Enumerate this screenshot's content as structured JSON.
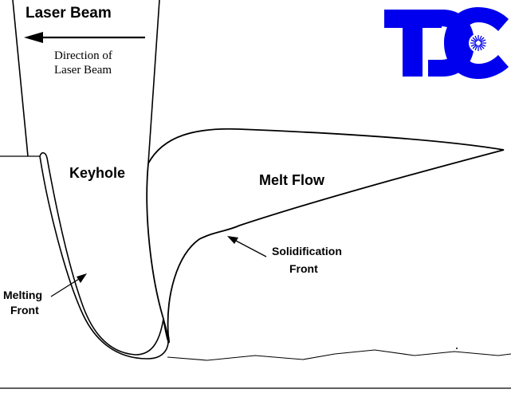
{
  "diagram": {
    "title": "Laser Beam",
    "direction_label": [
      "Direction of",
      "Laser Beam"
    ],
    "labels": {
      "keyhole": "Keyhole",
      "melt_flow": "Melt Flow",
      "solidification_front": [
        "Solidification",
        "Front"
      ],
      "melting_front": [
        "Melting",
        "Front"
      ]
    }
  },
  "logo": {
    "colors": {
      "primary": "#0000ee",
      "background": "#ffffff"
    }
  }
}
